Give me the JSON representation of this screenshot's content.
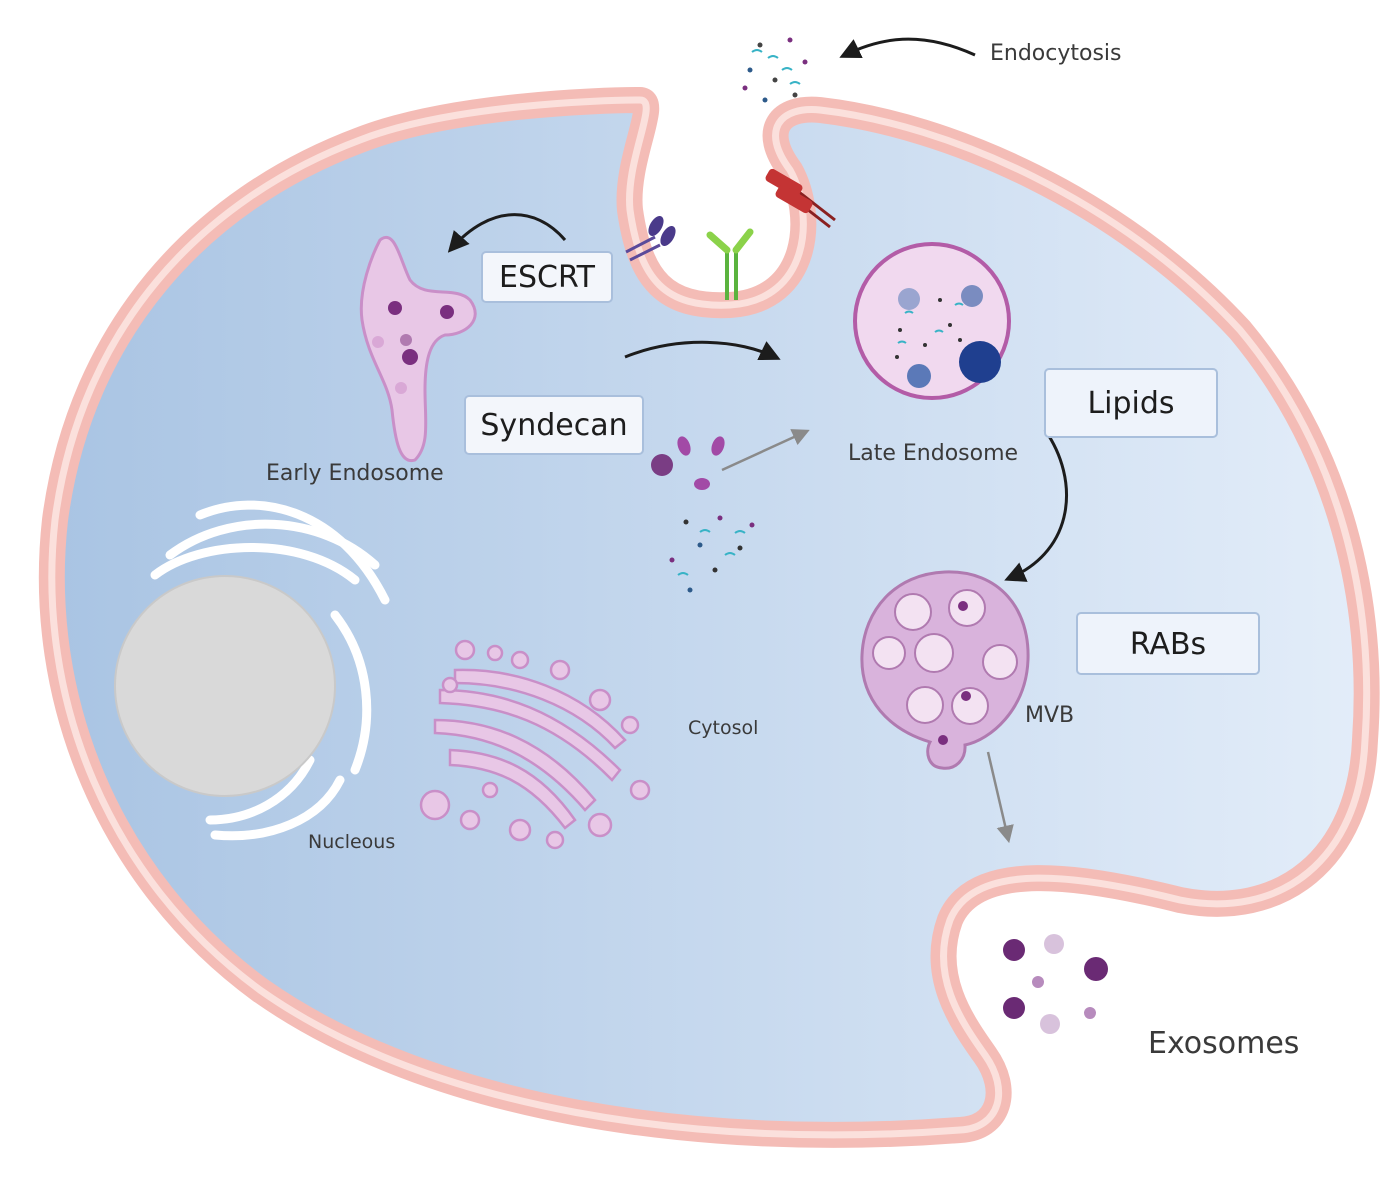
{
  "labels": {
    "endocytosis": "Endocytosis",
    "escrt": "ESCRT",
    "syndecan": "Syndecan",
    "lipids": "Lipids",
    "rabs": "RABs",
    "early_endosome": "Early Endosome",
    "late_endosome": "Late Endosome",
    "mvb": "MVB",
    "cytosol": "Cytosol",
    "nucleous": "Nucleous",
    "exosomes": "Exosomes"
  },
  "colors": {
    "membrane": "#f4bcb6",
    "membrane_core": "#fbe0dc",
    "cytoplasm_left": "#a9c4e3",
    "cytoplasm_right": "#e3edf9",
    "organelle": "#e8c7e6",
    "organelle_stroke": "#c98fc8",
    "vesicle_dark": "#7a2f7f",
    "nucleus": "#d9d9d9",
    "label_box_stroke": "#a9bfdc"
  }
}
